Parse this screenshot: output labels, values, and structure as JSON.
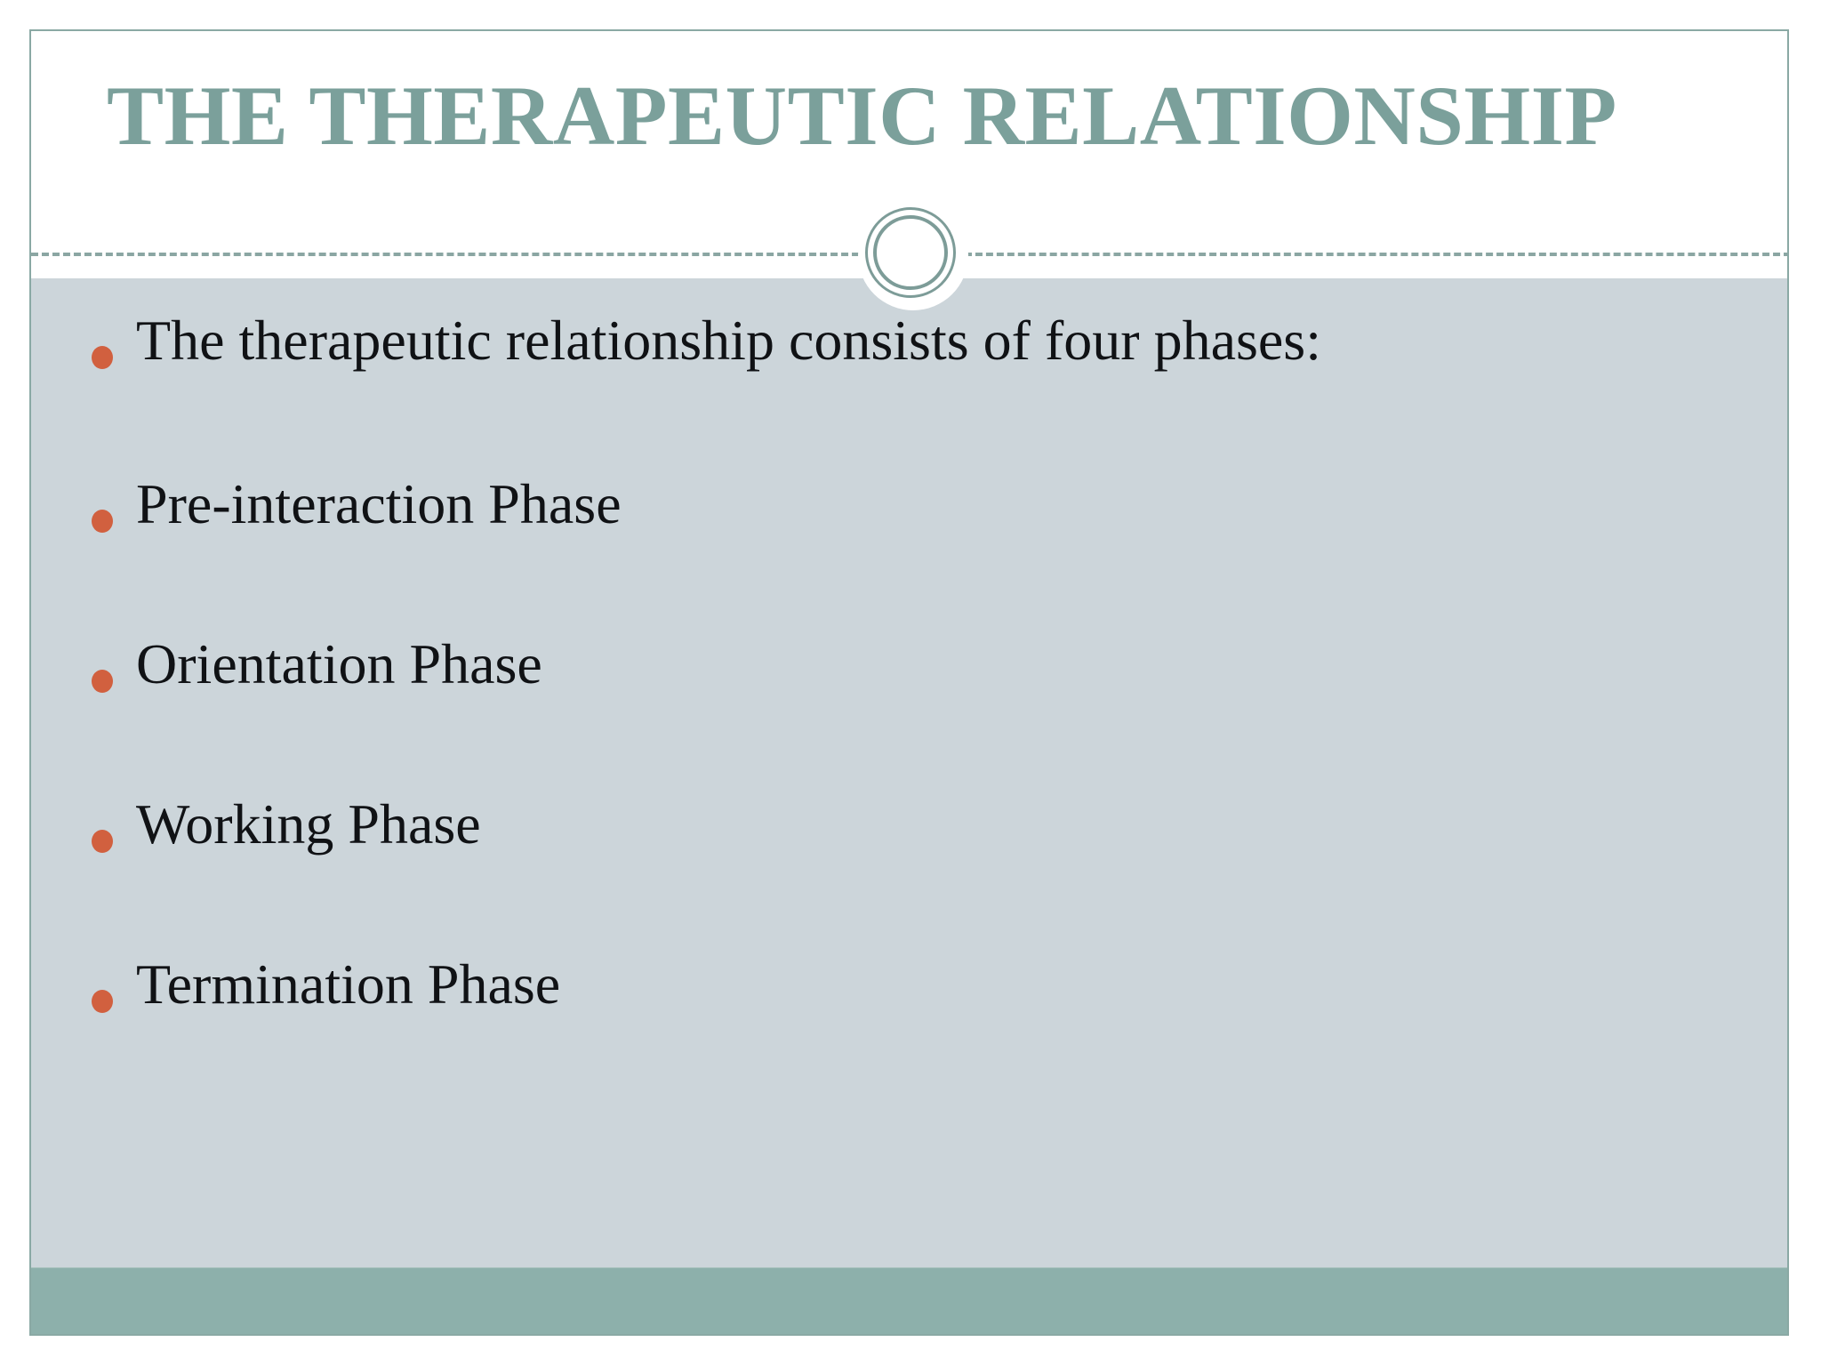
{
  "slide": {
    "title": "THE THERAPEUTIC RELATIONSHIP",
    "bullets": [
      {
        "text": "The therapeutic relationship consists of four phases:"
      },
      {
        "text": "Pre-interaction Phase"
      },
      {
        "text": "Orientation Phase"
      },
      {
        "text": "Working Phase"
      },
      {
        "text": "Termination Phase"
      }
    ],
    "decoration": {
      "circle_badge_icon": "double-ring-circle-icon",
      "divider_icon": "dashed-divider-icon",
      "bullet_icon": "round-bullet-icon"
    },
    "colors": {
      "title": "#7ba09b",
      "body_text": "#101215",
      "bullet": "#d1603f",
      "content_panel": "#ccd5da",
      "accent_bar": "#8db0ab",
      "border": "#8aa9a4",
      "divider": "#8ba6a3",
      "page_background": "#ffffff"
    }
  }
}
